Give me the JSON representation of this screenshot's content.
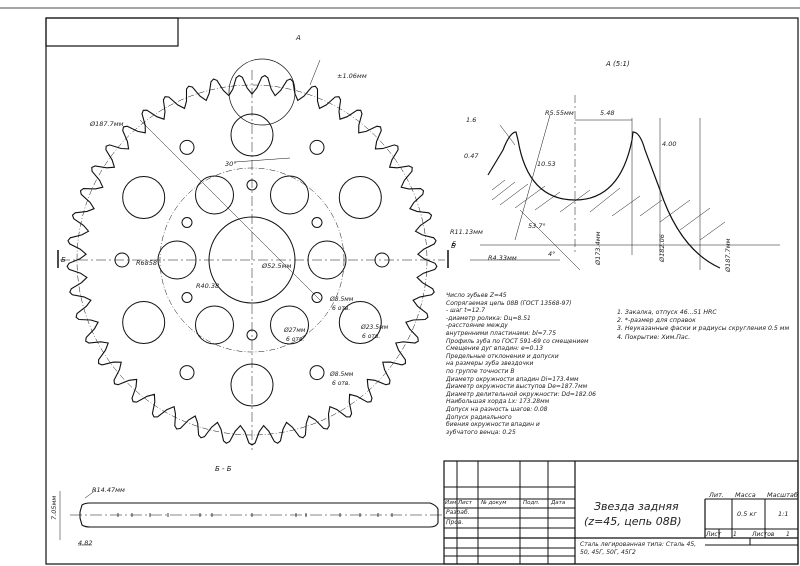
{
  "drawing": {
    "title_line1": "Звезда задняя",
    "title_line2": "(z=45, цепь 08В)",
    "material": "Сталь легированная типа: Сталь 45, 50, 45Г, 50Г, 45Г2",
    "title_block": {
      "headers": [
        "Изм",
        "Лист",
        "№ докум",
        "Подп.",
        "Дата"
      ],
      "razrab": "Разраб.",
      "prov": "Пров.",
      "lit": "Лит.",
      "massa": "Масса",
      "masshtab": "Масштаб",
      "mass_value": "0.5 кг",
      "scale_value": "1:1",
      "list": "Лист",
      "list_no": "1",
      "listov": "Листов",
      "listov_no": "1"
    },
    "views": {
      "view_a_callout": "А",
      "view_a_title": "А (5:1)",
      "section_mark": "Б",
      "section_title": "Б - Б"
    },
    "dims_main": {
      "outer_d": "Ø187.7мм",
      "step": "±1.06мм",
      "angle": "30°",
      "hole_r": "R6858",
      "bolt_r": "R40.38",
      "center_d": "Ø52.5мм",
      "small_hole1": "Ø8.5мм",
      "small_hole1_q": "6 отв.",
      "small_hole2": "Ø8.5мм",
      "small_hole2_q": "6 отв.",
      "big_hole1": "Ø27мм",
      "big_hole1_q": "6 отв.",
      "big_hole2": "Ø23.5мм",
      "big_hole2_q": "6 отв."
    },
    "dims_detail": {
      "r1": "R5.55мм",
      "w1": "5.48",
      "h1": "4.00",
      "t1": "1.6",
      "a1": "0.47",
      "r2": "10.53",
      "r3": "R11.13мм",
      "ang": "53.7°",
      "r4": "R4.33мм",
      "ang2": "4°",
      "d1": "Ø173.4мм",
      "d2": "Ø182.06",
      "d3": "Ø187.7мм"
    },
    "dims_section": {
      "r": "R14.47мм",
      "h": "7.05мм",
      "w": "4.82"
    },
    "notes": [
      "Число зубьев  Z=45",
      "Сопрягаемая цепь 08В (ГОСТ 13568-97)",
      "  - шаг  t=12.7",
      "  -диаметр ролика: Dц=8.51",
      "  -расстояние между",
      "внутренними пластинами: bl=7.75",
      "Профиль зуба по ГОСТ 591-69  со смещением",
      "Смещение дуг впадин: e=0.13",
      "Предельные отклонения и допуски",
      "  на размеры зуба звездочки",
      "  по группе точности В",
      "Диаметр окружности впадин  Di=173.4мм",
      "Диаметр окружности выступов  De=187.7мм",
      "Диаметр делительной окружности:  Dd=182.06",
      "Наибольшая хорда  Lx: 173.28мм",
      "Допуск на разность шагов: 0.08",
      "Допуск радиального",
      "биения окружности впадин и",
      "зубчатого венца: 0.25"
    ],
    "requirements": [
      "1. Закалка, отпуск 46...51 HRC",
      "2. *-размер для справок",
      "3. Неуказанные фаски и радиусы скругления 0.5 мм",
      "4. Покрытие: Хим.Пас."
    ]
  }
}
